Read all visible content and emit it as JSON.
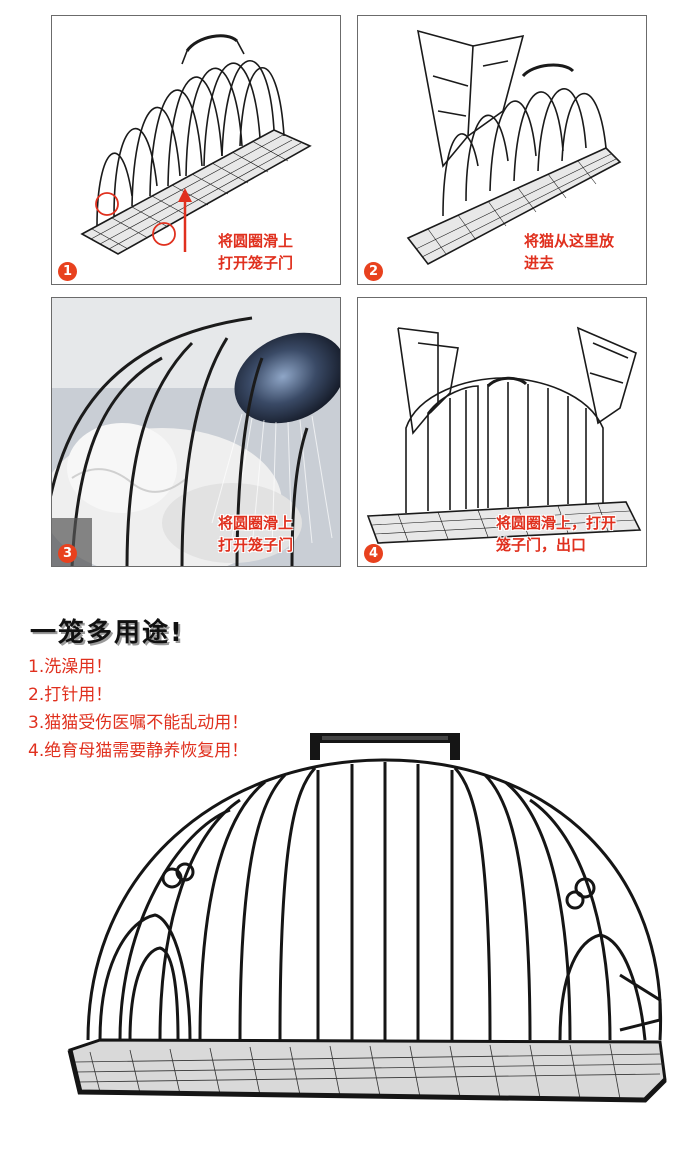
{
  "steps": [
    {
      "number": "1",
      "caption": "将圆圈滑上\n打开笼子门"
    },
    {
      "number": "2",
      "caption": "将猫从这里放\n进去"
    },
    {
      "number": "3",
      "caption": "将圆圈滑上\n打开笼子门"
    },
    {
      "number": "4",
      "caption": "将圆圈滑上，打开\n笼子门，出口"
    }
  ],
  "headline": "一笼多用途!",
  "uses": [
    "1.洗澡用！",
    "2.打针用！",
    "3.猫猫受伤医嘱不能乱动用！",
    "4.绝育母猫需要静养恢复用！"
  ],
  "colors": {
    "accent_red": "#e0301e",
    "badge_red": "#e8411e",
    "wire": "#1a1a1a"
  }
}
